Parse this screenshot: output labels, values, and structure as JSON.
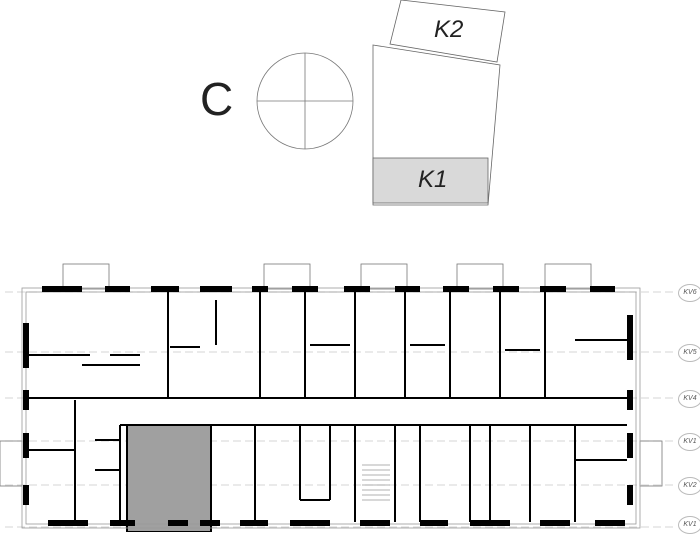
{
  "north_label": "С",
  "key_plan": {
    "sections": [
      {
        "label": "K2",
        "selected": false
      },
      {
        "label": "K1",
        "selected": true
      }
    ]
  },
  "axes": [
    "KV6",
    "KV5",
    "KV4",
    "KV1",
    "KV2",
    "KV1"
  ],
  "colors": {
    "selected": "#a0a0a0",
    "key_selected": "#d9d9d9",
    "wall": "#000000"
  }
}
